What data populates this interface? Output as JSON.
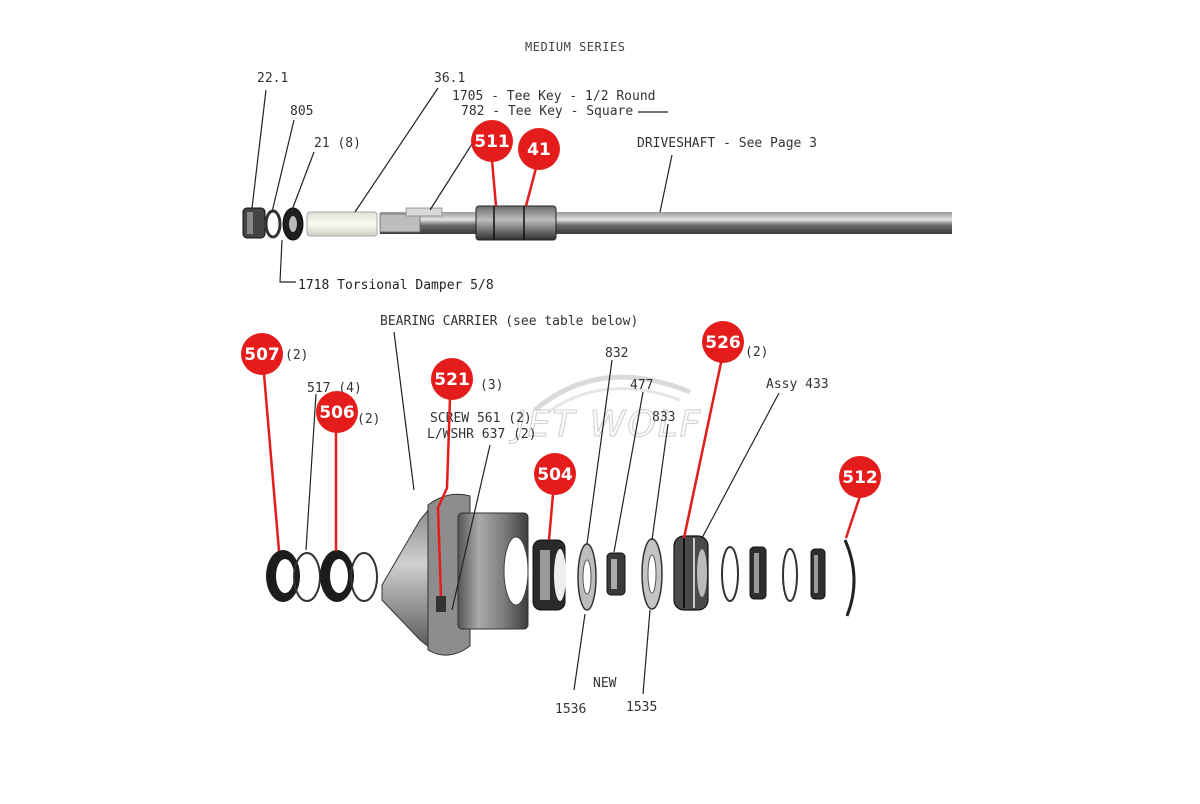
{
  "title": "MEDIUM SERIES",
  "watermark": "JET WOLF",
  "accent_color": "#e41c1c",
  "shaft_labels": {
    "p22_1": "22.1",
    "p805": "805",
    "p21": "21 (8)",
    "p36_1": "36.1",
    "tee_key_round": "1705 - Tee Key - 1/2 Round",
    "tee_key_square": "782 - Tee Key - Square",
    "driveshaft": "DRIVESHAFT - See Page 3",
    "torsional_damper": "1718 Torsional Damper 5/8"
  },
  "carrier_labels": {
    "bearing_carrier": "BEARING CARRIER (see table below)",
    "p517": "517 (4)",
    "screw": "SCREW 561 (2)",
    "lwshr": "L/WSHR 637 (2)",
    "p832": "832",
    "p477": "477",
    "p833": "833",
    "assy433": "Assy 433",
    "p1536": "1536",
    "new": "NEW",
    "p1535": "1535"
  },
  "badges": {
    "b511": "511",
    "b41": "41",
    "b507": "507",
    "b507_qty": "(2)",
    "b506": "506",
    "b506_qty": "(2)",
    "b521": "521",
    "b521_qty": "(3)",
    "b504": "504",
    "b526": "526",
    "b526_qty": "(2)",
    "b512": "512"
  }
}
